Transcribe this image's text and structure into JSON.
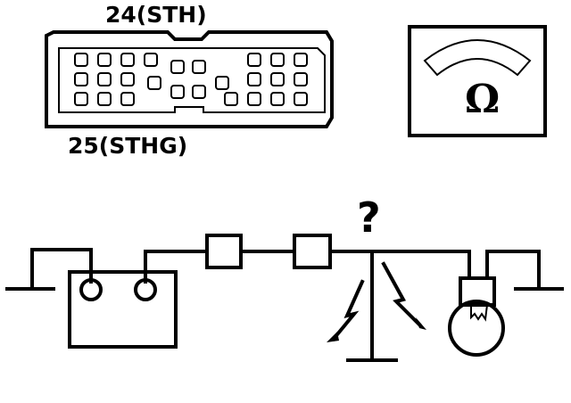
{
  "connector": {
    "top_label": "24(STH)",
    "bottom_label": "25(STHG)",
    "icon": "connector-pin-block-icon"
  },
  "meter": {
    "symbol": "Ω",
    "icon": "ohmmeter-icon"
  },
  "circuit": {
    "question_mark": "?",
    "icons": [
      "ground-symbol-icon",
      "battery-icon",
      "fuse-icon",
      "lightning-bolt-icon",
      "bulb-icon"
    ]
  }
}
